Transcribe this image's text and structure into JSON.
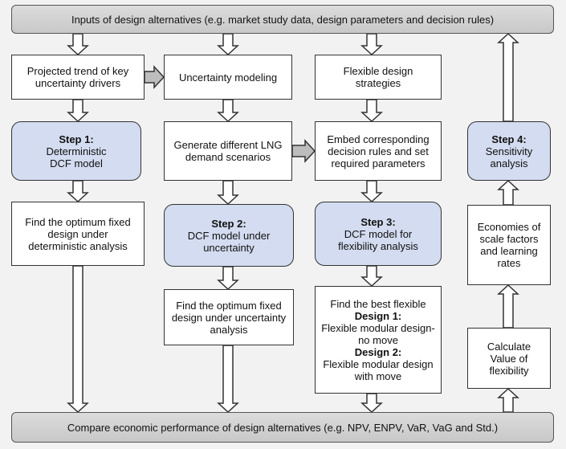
{
  "inputs_bar": "Inputs of design alternatives (e.g. market study data, design parameters and decision rules)",
  "compare_bar": "Compare economic performance of design alternatives (e.g. NPV, ENPV, VaR, VaG and Std.)",
  "boxes": {
    "projected_trend": [
      "Projected trend of key",
      "uncertainty drivers"
    ],
    "uncertainty_modeling": [
      "Uncertainty modeling"
    ],
    "flexible_strategies": [
      "Flexible design",
      "strategies"
    ],
    "step1": {
      "title": "Step 1:",
      "lines": [
        "Deterministic",
        "DCF model"
      ]
    },
    "generate_scenarios": [
      "Generate different LNG",
      "demand scenarios"
    ],
    "embed_rules": [
      "Embed corresponding",
      "decision rules and set",
      "required parameters"
    ],
    "step4": {
      "title": "Step 4:",
      "lines": [
        "Sensitivity",
        "analysis"
      ]
    },
    "optimum_fixed_det": [
      "Find the optimum fixed",
      "design under",
      "deterministic analysis"
    ],
    "step2": {
      "title": "Step 2:",
      "lines": [
        "DCF model under",
        "uncertainty"
      ]
    },
    "step3": {
      "title": "Step 3:",
      "lines": [
        "DCF model for",
        "flexibility analysis"
      ]
    },
    "economies_scale": [
      "Economies of",
      "scale factors",
      "and learning",
      "rates"
    ],
    "optimum_fixed_unc": [
      "Find the optimum fixed",
      "design under uncertainty",
      "analysis"
    ],
    "best_flexible": {
      "intro": "Find the best flexible",
      "design1_title": "Design 1:",
      "design1_lines": [
        "Flexible modular design-",
        "no move"
      ],
      "design2_title": "Design 2:",
      "design2_lines": [
        "Flexible modular design",
        "with move"
      ]
    },
    "value_flexibility": [
      "Calculate",
      "Value of",
      "flexibility"
    ]
  }
}
